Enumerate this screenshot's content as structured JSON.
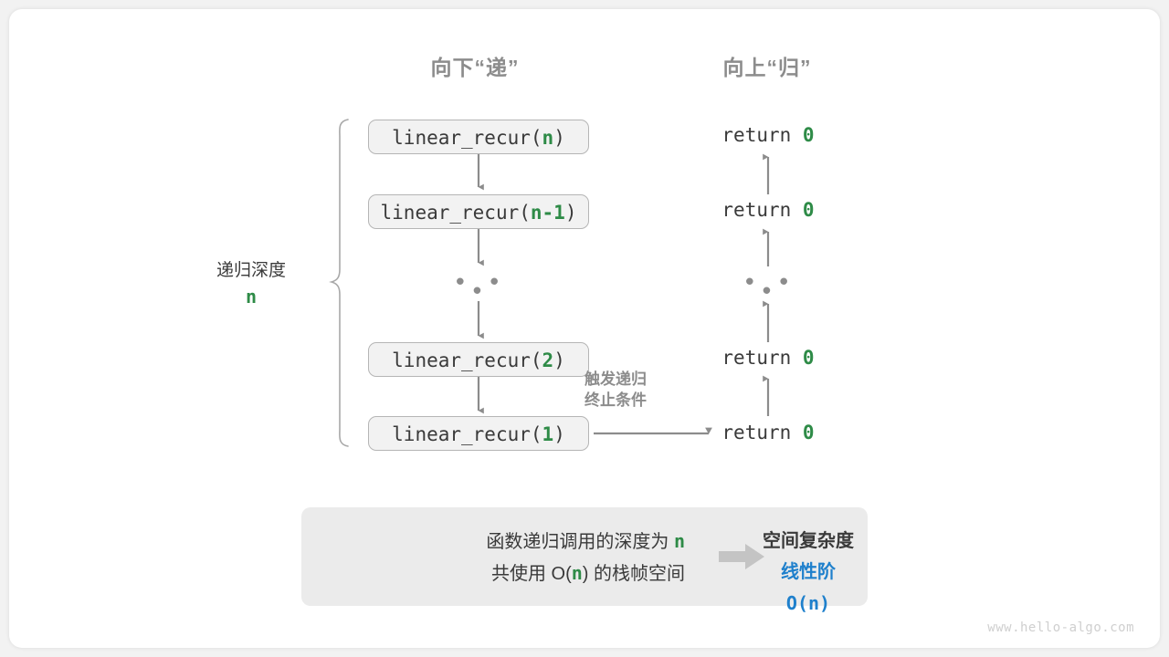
{
  "watermark": "www.hello-algo.com",
  "headers": {
    "descend": "向下“递”",
    "ascend": "向上“归”"
  },
  "depth_label": {
    "text": "递归深度",
    "value": "n"
  },
  "terminate_note": {
    "line1": "触发递归",
    "line2": "终止条件"
  },
  "calls": [
    {
      "prefix": "linear_recur(",
      "arg": "n",
      "suffix": ")"
    },
    {
      "prefix": "linear_recur(",
      "arg": "n-1",
      "suffix": ")"
    },
    {
      "prefix": "linear_recur(",
      "arg": "2",
      "suffix": ")"
    },
    {
      "prefix": "linear_recur(",
      "arg": "1",
      "suffix": ")"
    }
  ],
  "returns": [
    {
      "keyword": "return",
      "value": "0"
    },
    {
      "keyword": "return",
      "value": "0"
    },
    {
      "keyword": "return",
      "value": "0"
    },
    {
      "keyword": "return",
      "value": "0"
    }
  ],
  "ellipsis": "• • •",
  "summary": {
    "line1_a": "函数递归调用的深度为 ",
    "line1_b": "n",
    "line2_a": "共使用 O(",
    "line2_b": "n",
    "line2_c": ") 的栈帧空间",
    "arrow_icon": "right-arrow-icon",
    "title": "空间复杂度",
    "value_text": "线性阶 ",
    "value_mono": "O(n)"
  },
  "colors": {
    "green": "#2e8b47",
    "blue": "#1f80cc",
    "gray_text": "#3a3a3a",
    "gray_muted": "#8c8c8c",
    "box_fill": "#f2f2f2",
    "box_border": "#b5b5b5",
    "panel_fill": "#ebebeb",
    "arrow": "#8c8c8c"
  }
}
